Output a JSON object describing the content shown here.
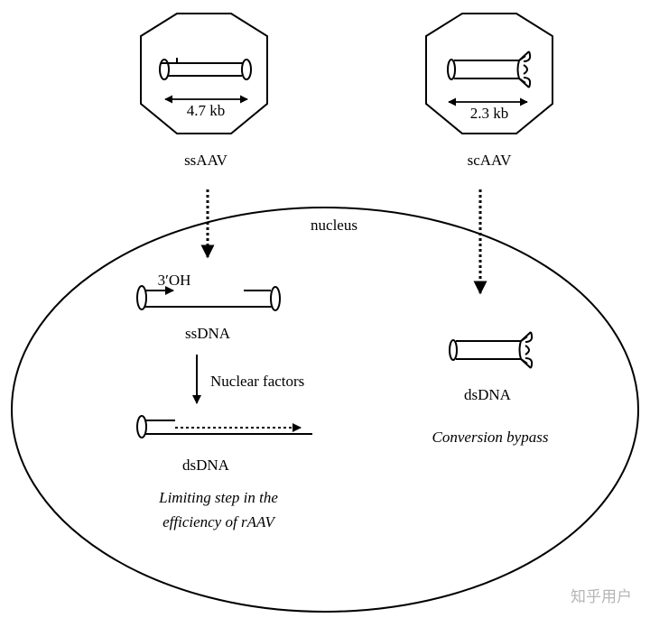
{
  "ssAAV": {
    "label": "ssAAV",
    "size": "4.7 kb"
  },
  "scAAV": {
    "label": "scAAV",
    "size": "2.3 kb"
  },
  "nucleus": {
    "label": "nucleus"
  },
  "left_pathway": {
    "primer_label": "3′OH",
    "ssdna_label": "ssDNA",
    "arrow_label": "Nuclear factors",
    "dsdna_label": "dsDNA",
    "note_line1": "Limiting step in the",
    "note_line2": "efficiency of rAAV"
  },
  "right_pathway": {
    "dsdna_label": "dsDNA",
    "note": "Conversion bypass"
  },
  "watermark": "知乎用户"
}
